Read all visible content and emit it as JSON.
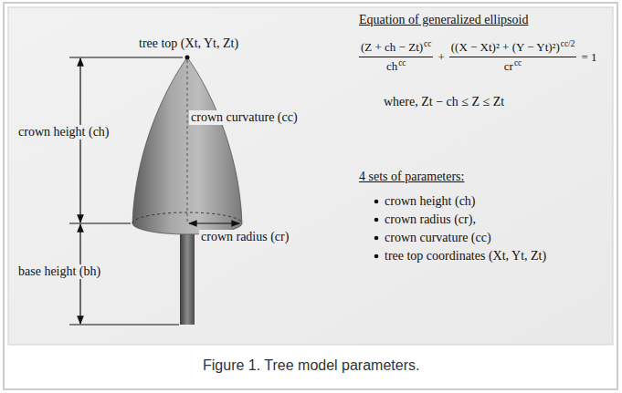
{
  "diagram": {
    "caption": "Figure 1. Tree model parameters.",
    "labels": [
      "tree top (Xt, Yt, Zt)",
      "crown height (ch)",
      "crown curvature (cc)",
      "crown radius (cr)",
      "base height (bh)",
      "Equation of generalized ellipsoid",
      "(Z + ch − Zt)",
      "cc",
      "ch",
      "cc",
      "+",
      "((X − Xt)² + (Y − Yt)²)",
      "cc/2",
      "cr",
      "cc",
      "= 1",
      "where, Zt − ch ≤ Z ≤ Zt",
      "4 sets of parameters:",
      "crown height (ch)",
      "crown radius (cr),",
      "crown curvature (cc)",
      "tree top coordinates (Xt, Yt, Zt)"
    ]
  }
}
